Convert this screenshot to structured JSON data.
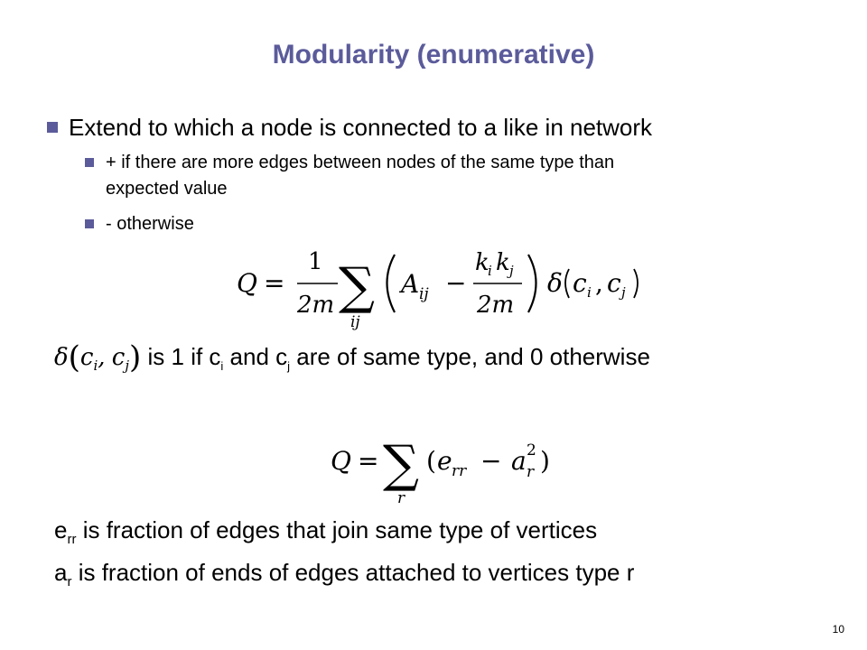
{
  "slide": {
    "title": "Modularity (enumerative)",
    "bullets": {
      "main": "Extend to which a node is connected to a like in network",
      "sub1_line1": "+ if there are more edges between nodes of the same type than",
      "sub1_line2": "expected value",
      "sub2": "- otherwise"
    },
    "equation1": {
      "lhs": "Q",
      "eq": "=",
      "frac_num": "1",
      "frac_den": "2m",
      "sum": "∑",
      "sum_sub": "ij",
      "A": "A",
      "A_sub": "ij",
      "minus": "−",
      "k1": "k",
      "k1_sub": "i",
      "k2": "k",
      "k2_sub": "j",
      "frac2_den": "2m",
      "delta": "δ",
      "c1": "c",
      "c1_sub": "i",
      "comma": ",",
      "c2": "c",
      "c2_sub": "j"
    },
    "delta_line": {
      "delta": "δ",
      "c1": "c",
      "c1_sub": "i",
      "comma": ",",
      "c2": "c",
      "c2_sub": "j",
      "t1": " is 1 if c",
      "s1": "i",
      "t2": " and c",
      "s2": "j",
      "t3": " are of same type, and 0 otherwise"
    },
    "equation2": {
      "lhs": "Q",
      "eq": "=",
      "sum": "∑",
      "sum_sub": "r",
      "lparen": "(",
      "e": "e",
      "e_sub": "rr",
      "minus": "−",
      "a": "a",
      "a_sub": "r",
      "a_sup": "2",
      "rparen": ")"
    },
    "err_line": {
      "var": "e",
      "sub": "rr",
      "text": " is fraction of edges that join same type of vertices"
    },
    "ar_line": {
      "var": "a",
      "sub": "r",
      "text": " is fraction of ends of edges attached to vertices type r"
    },
    "page_number": "10",
    "colors": {
      "title": "#5b5b9b",
      "bullet_marker": "#5b5b9b",
      "text": "#000000",
      "background": "#ffffff"
    },
    "icons": {
      "bullet_marker": "square-bullet-icon"
    }
  }
}
